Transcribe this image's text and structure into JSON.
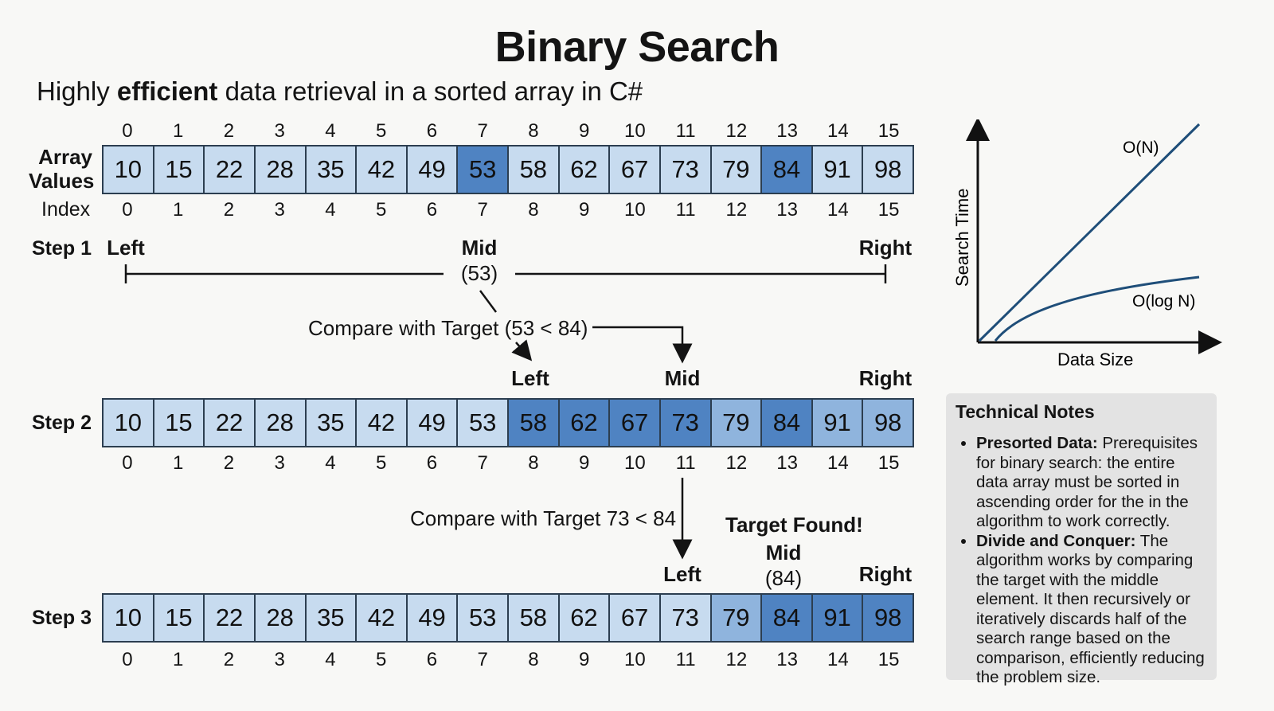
{
  "title": "Binary Search",
  "subtitle": {
    "pre": "Highly ",
    "bold": "efficient",
    "post": " data retrieval in a sorted array in C#"
  },
  "array": {
    "label_line1": "Array",
    "label_line2": "Values",
    "index_label": "Index",
    "values": [
      "10",
      "15",
      "22",
      "28",
      "35",
      "42",
      "49",
      "53",
      "58",
      "62",
      "67",
      "73",
      "79",
      "84",
      "91",
      "98"
    ],
    "indices": [
      "0",
      "1",
      "2",
      "3",
      "4",
      "5",
      "6",
      "7",
      "8",
      "9",
      "10",
      "11",
      "12",
      "13",
      "14",
      "15"
    ],
    "highlight": {
      "mid_index": 7,
      "target_index": 13
    }
  },
  "step1": {
    "label": "Step 1",
    "left": "Left",
    "mid": "Mid",
    "mid_value": "(53)",
    "right": "Right",
    "compare": "Compare with Target (53 < 84)"
  },
  "step2": {
    "label": "Step 2",
    "left": "Left",
    "mid": "Mid",
    "right": "Right",
    "compare": "Compare with Target  73 < 84",
    "active_range": [
      8,
      15
    ],
    "mid_index": 11
  },
  "step3": {
    "label": "Step 3",
    "found": "Target Found!",
    "left": "Left",
    "mid": "Mid",
    "mid_value": "(84)",
    "right": "Right",
    "active_range": [
      12,
      15
    ],
    "mid_index": 13
  },
  "complexity_chart": {
    "ylabel": "Search Time",
    "xlabel": "Data Size",
    "series": [
      {
        "name": "O(N)"
      },
      {
        "name": "O(log N)"
      }
    ],
    "line_color": "#1f4e79"
  },
  "notes": {
    "title": "Technical Notes",
    "items": [
      {
        "bold": "Presorted Data:",
        "text": " Prerequisites for binary search: the entire data array must be sorted in ascending order for the    in the algorithm to work correctly."
      },
      {
        "bold": "Divide and Conquer:",
        "text": " The algorithm works by comparing the target with the middle element. It then recursively or iteratively discards half of the search range based on the comparison, efficiently reducing the problem size."
      }
    ]
  }
}
